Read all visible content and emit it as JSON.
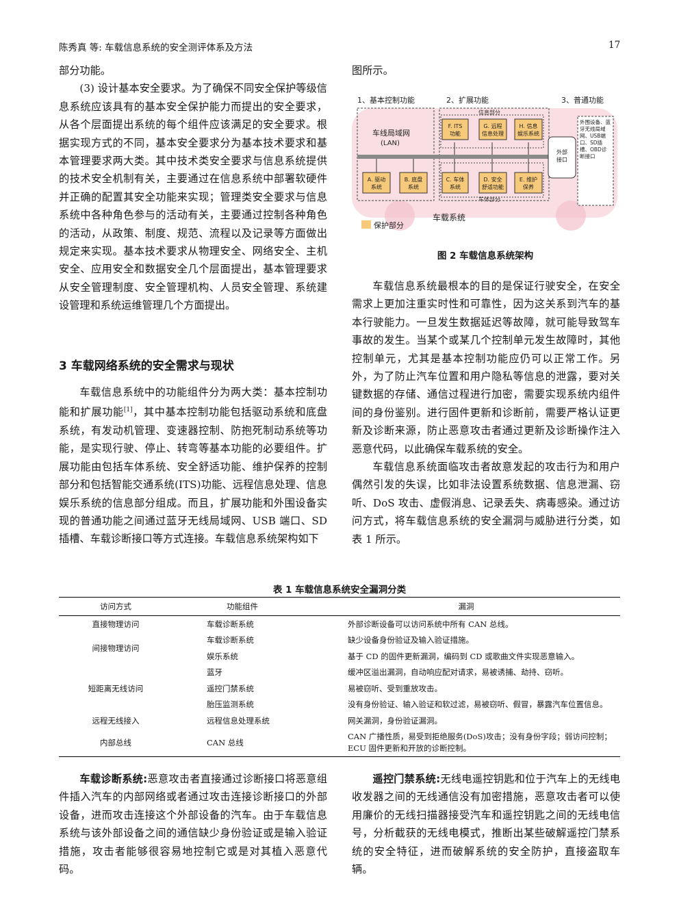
{
  "header": {
    "left": "陈秀真  等: 车载信息系统的安全测评体系及方法",
    "page": "17"
  },
  "left_col": {
    "p1": "部分功能。",
    "p2": "(3) 设计基本安全要求。为了确保不同安全保护等级信息系统应该具有的基本安全保护能力而提出的安全要求，从各个层面提出系统的每个组件应该满足的安全要求。根据实现方式的不同，基本安全要求分为基本技术要求和基本管理要求两大类。其中技术类安全要求与信息系统提供的技术安全机制有关，主要通过在信息系统中部署软硬件并正确的配置其安全功能来实现；管理类安全要求与信息系统中各种角色参与的活动有关，主要通过控制各种角色的活动，从政策、制度、规范、流程以及记录等方面做出规定来实现。基本技术要求从物理安全、网络安全、主机安全、应用安全和数据安全几个层面提出，基本管理要求从安全管理制度、安全管理机构、人员安全管理、系统建设管理和系统运维管理几个方面提出。",
    "section": "3    车载网络系统的安全需求与现状",
    "p3a": "车载信息系统中的功能组件分为两大类：基本控制功能和扩展功能",
    "p3ref": "[1]",
    "p3b": "，其中基本控制功能包括驱动系统和底盘系统，有发动机管理、变速器控制、防抱死制动系统等功能，是实现行驶、停止、转弯等基本功能的必要组件。扩展功能由包括车体系统、安全舒适功能、维护保养的控制部分和包括智能交通系统(ITS)功能、远程信息处理、信息娱乐系统的信息部分组成。而且，扩展功能和外围设备实现的普通功能之间通过蓝牙无线局域网、USB 端口、SD 插槽、车载诊断接口等方式连接。车载信息系统架构如下"
  },
  "right_col": {
    "p0": "图所示。",
    "p1": "车载信息系统最根本的目的是保证行驶安全，在安全需求上更加注重实时性和可靠性，因为这关系到汽车的基本行驶能力。一旦发生数据延迟等故障，就可能导致驾车事故的发生。当某个或某几个控制单元发生故障时，其他控制单元，尤其是基本控制功能应仍可以正常工作。另外，为了防止汽车位置和用户隐私等信息的泄露，要对关键数据的存储、通信过程进行加密，需要实现系统内组件间的身份鉴别。进行固件更新和诊断前，需要严格认证更新及诊断来源，防止恶意攻击者通过更新及诊断操作注入恶意代码，以此确保车载系统的安全。",
    "p2": "车载信息系统面临攻击者故意发起的攻击行为和用户偶然引发的失误，比如非法设置系统数据、信息泄漏、窃听、DoS 攻击、虚假消息、记录丢失、病毒感染。通过访问方式，将车载信息系统的安全漏洞与威胁进行分类，如表 1 所示。"
  },
  "figure": {
    "caption": "图 2    车载信息系统架构",
    "label_basic": "1、基本控制功能",
    "label_ext": "2、扩展功能",
    "label_common": "3、普通功能",
    "lan": "车线局域网\n(LAN)",
    "info_part": "信息部分",
    "body_part": "车体部分",
    "f": "F. ITS\n功能",
    "g": "G. 远程\n信息处理",
    "h": "H. 信息\n娱乐系统",
    "a": "A. 驱动\n系统",
    "b": "B. 底盘\n系统",
    "c": "C. 车体\n系统",
    "d": "D. 安全\n舒适功能",
    "e": "E. 维护\n保养",
    "ext_interface": "外部\n接口",
    "common_list": "外围设备、蓝牙无线局域网、USB端口、SD插槽、OBD诊断接口",
    "vehicle": "车载系统",
    "legend": "保护部分",
    "colors": {
      "protect": "#f7c97a",
      "pink": "#f4c2cc",
      "bus": "#8a8a8a"
    }
  },
  "table": {
    "caption": "表 1    车载信息系统安全漏洞分类",
    "headers": [
      "访问方式",
      "功能组件",
      "漏洞"
    ],
    "rows": [
      {
        "access": "直接物理访问",
        "component": "车载诊断系统",
        "vuln": "外部诊断设备可以访问系统中所有 CAN 总线。"
      },
      {
        "access": "间接物理访问",
        "component": "车载诊断系统",
        "vuln": "缺少设备身份验证及输入验证措施。"
      },
      {
        "access": "",
        "component": "娱乐系统",
        "vuln": "基于 CD 的固件更新漏洞，编码到 CD 或歌曲文件实现恶意输入。"
      },
      {
        "access": "短距离无线访问",
        "component": "蓝牙",
        "vuln": "缓冲区溢出漏洞，自动响应配对请求，易被诱捕、劫持、窃听。"
      },
      {
        "access": "",
        "component": "遥控门禁系统",
        "vuln": "易被窃听、受到重放攻击。"
      },
      {
        "access": "",
        "component": "胎压监测系统",
        "vuln": "没有身份验证、输入验证和软过滤，易被窃听、假冒，暴露汽车位置信息。"
      },
      {
        "access": "远程无线接入",
        "component": "远程信息处理系统",
        "vuln": "网关漏洞，身份验证漏洞。"
      },
      {
        "access": "内部总线",
        "component": "CAN 总线",
        "vuln": "CAN 广播性质，易受到拒绝服务(DoS)攻击；没有身份字段；弱访问控制；",
        "vuln2": "ECU 固件更新和开放的诊断控制。"
      }
    ]
  },
  "bottom_left": {
    "term": "车载诊断系统:",
    "text": "恶意攻击者直接通过诊断接口将恶意组件插入汽车的内部网络或者通过攻击连接诊断接口的外部设备，进而攻击连接这个外部设备的汽车。由于车载信息系统与该外部设备之间的通信缺少身份验证或是输入验证措施，攻击者能够很容易地控制它或是对其植入恶意代码。"
  },
  "bottom_right": {
    "term": "遥控门禁系统:",
    "text": "无线电遥控钥匙和位于汽车上的无线电收发器之间的无线通信没有加密措施，恶意攻击者可以使用廉价的无线扫描器接受汽车和遥控钥匙之间的无线电信号，分析截获的无线电模式，推断出某些破解遥控门禁系统的安全特征，进而破解系统的安全防护，直接盗取车辆。"
  }
}
